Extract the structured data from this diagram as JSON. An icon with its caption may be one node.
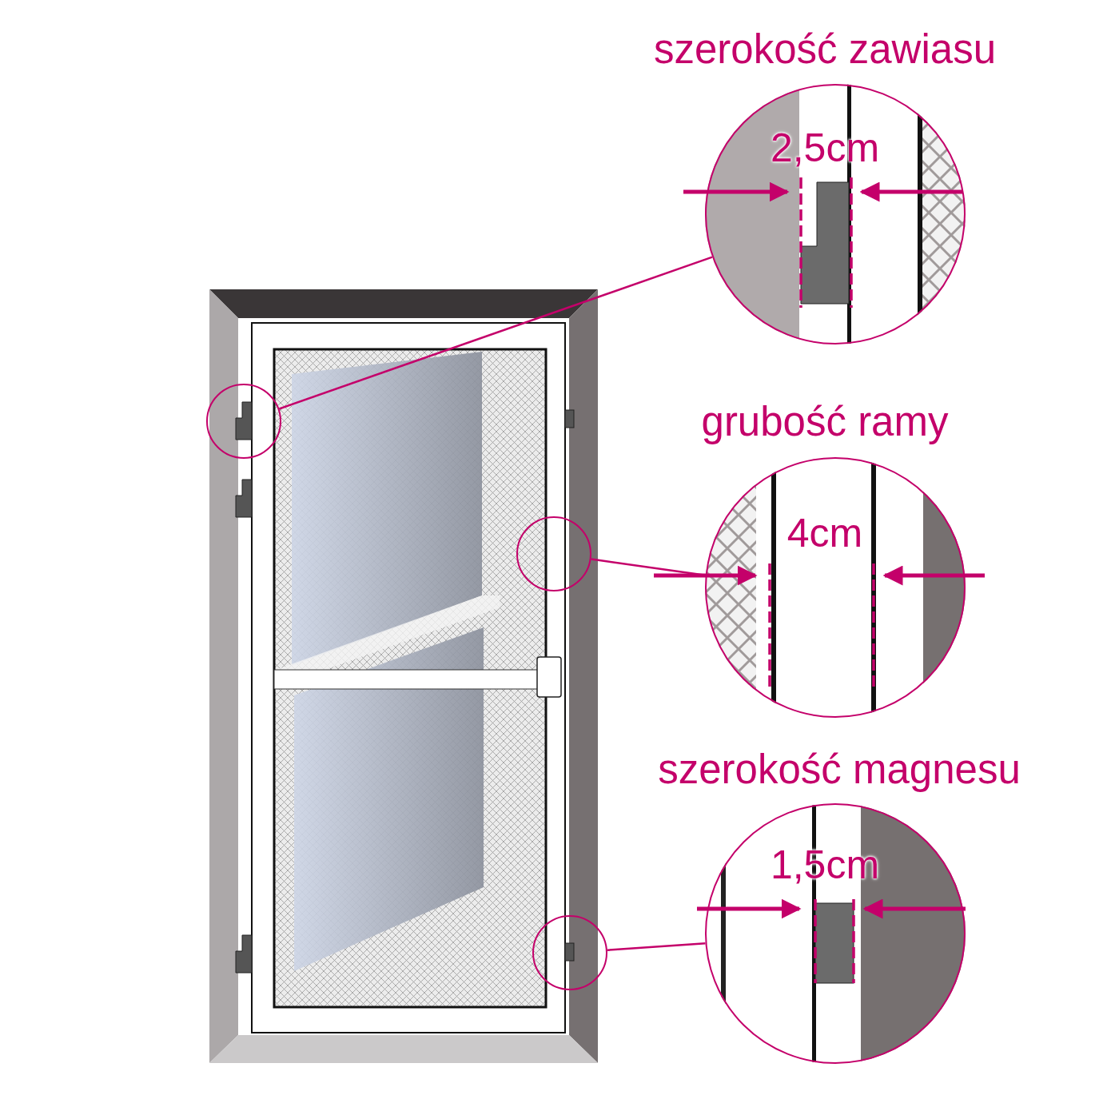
{
  "diagram": {
    "nodes": [
      {
        "text": [],
        "shape": "circle"
      },
      {
        "text": [],
        "shape": "circle"
      },
      {
        "text": [],
        "shape": "circle"
      },
      {
        "text": [
          "szerokość zawiasu",
          "2,5cm"
        ]
      },
      {
        "text": [
          "grubość ramy",
          "4cm"
        ]
      },
      {
        "text": [
          "szerokość magnesu",
          "1,5cm"
        ]
      }
    ],
    "edges": [
      {
        "from": 0,
        "to": 3,
        "arrow": "none"
      },
      {
        "from": 1,
        "to": 4,
        "arrow": "none"
      },
      {
        "from": 2,
        "to": 5,
        "arrow": "none"
      }
    ]
  }
}
